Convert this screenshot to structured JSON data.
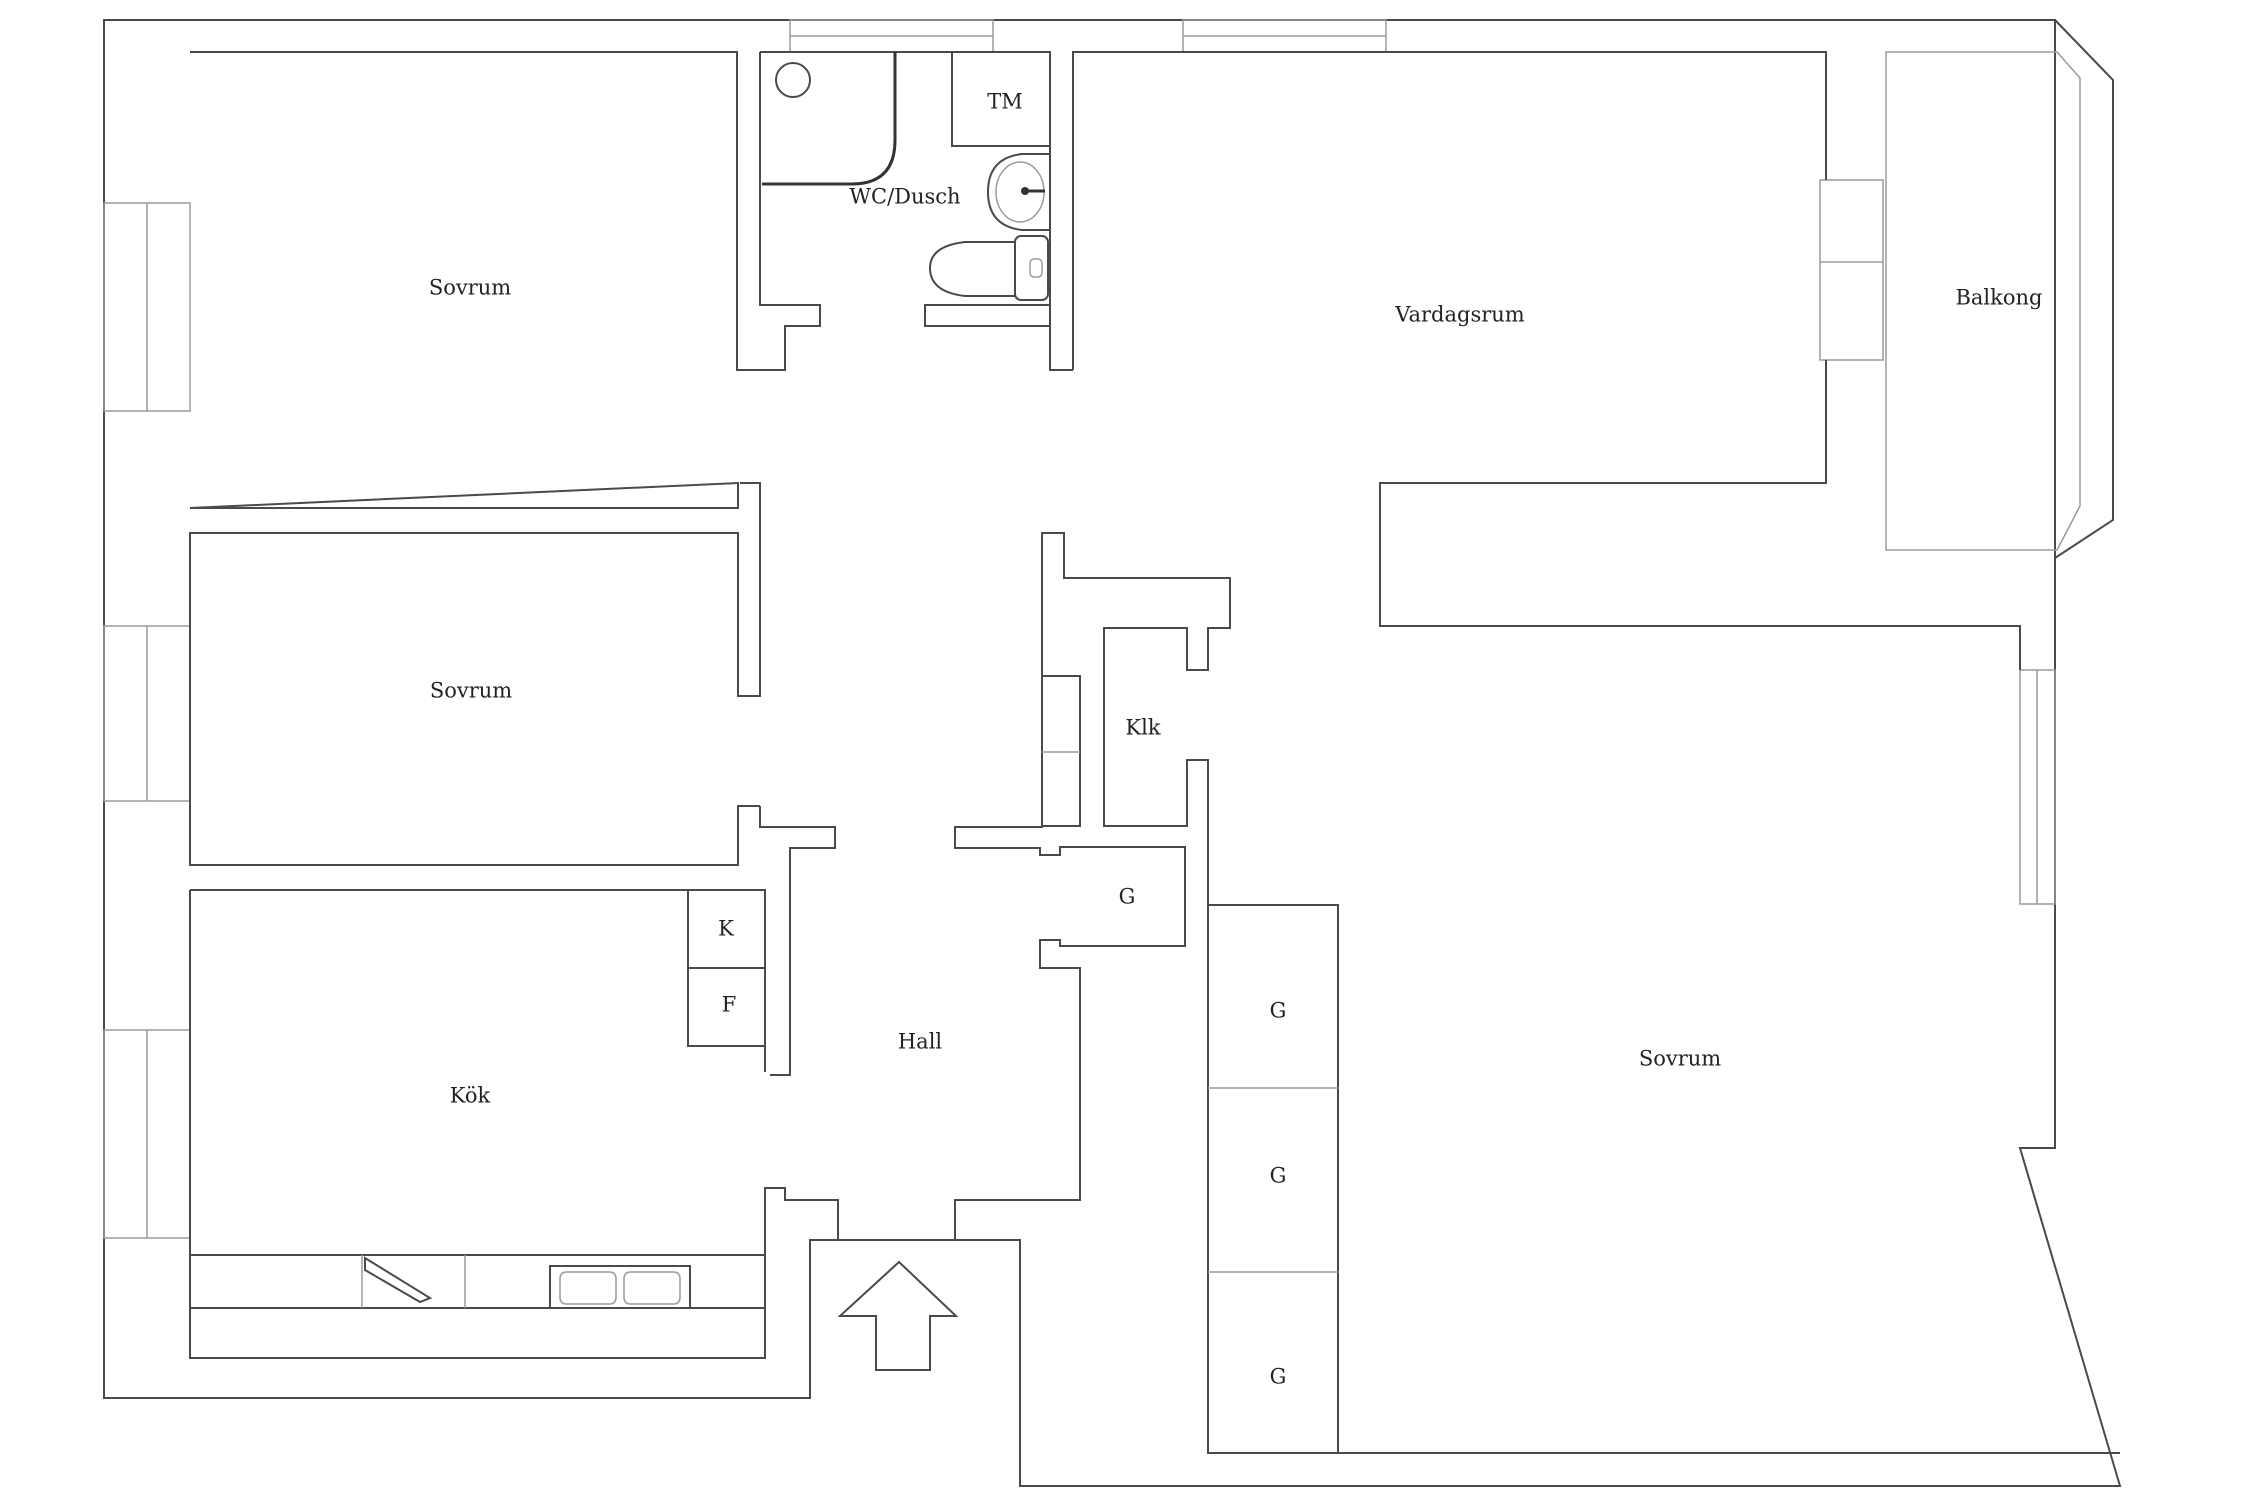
{
  "plan": {
    "rooms": {
      "sovrum_top": "Sovrum",
      "sovrum_middle": "Sovrum",
      "sovrum_large": "Sovrum",
      "wc_dusch": "WC/Dusch",
      "tm": "TM",
      "vardagsrum": "Vardagsrum",
      "balkong": "Balkong",
      "klk": "Klk",
      "kok": "Kök",
      "hall": "Hall"
    },
    "fixtures": {
      "k": "K",
      "f": "F",
      "g_hall": "G",
      "g_1": "G",
      "g_2": "G",
      "g_3": "G"
    },
    "entrance_icon": "up-arrow-icon"
  }
}
